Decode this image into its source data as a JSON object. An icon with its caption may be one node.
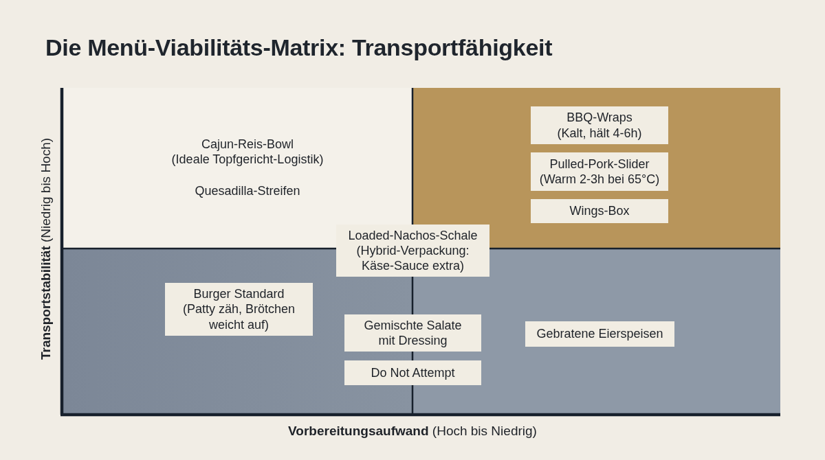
{
  "diagram": {
    "title": "Die Menü-Viabilitäts-Matrix: Transportfähigkeit",
    "nodes": [
      {
        "text": [
          "Cajun-Reis-Bowl (Ideale Topfgericht-Logistik)",
          "Quesadilla-Streifen"
        ]
      },
      {
        "text": [],
        "shape": "box"
      },
      {
        "text": [
          "BBQ-Wraps (Kalt, hält 4-6h)"
        ],
        "in": 1
      },
      {
        "text": [
          "Pulled-Pork-Slider (Warm 2-3h bei 65°C)"
        ],
        "in": 1
      },
      {
        "text": [
          "Wings-Box"
        ],
        "in": 1
      },
      {
        "text": [
          "Loaded-Nachos-Schale (Hybrid-Verpackung: Käse-Sauce extra)"
        ]
      },
      {
        "text": [],
        "shape": "box"
      },
      {
        "text": [
          "Burger Standard (Patty zäh, Brötchen weicht auf)"
        ],
        "in": 6
      },
      {
        "text": [
          "Gemischte Salate mit Dressing"
        ]
      },
      {
        "text": [
          "Do Not Attempt"
        ]
      },
      {
        "text": [],
        "shape": "box"
      },
      {
        "text": [
          "Gebratene Eierspeisen"
        ],
        "in": 10
      }
    ],
    "labels": [
      "**Transportstabilität** (Niedrig bis Hoch)",
      "**Vorbereitungsaufwand** (Hoch bis Niedrig)"
    ]
  }
}
